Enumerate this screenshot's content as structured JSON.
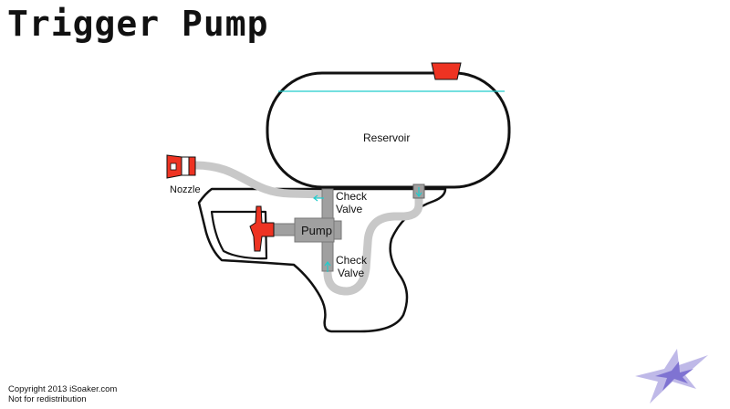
{
  "title": "Trigger Pump",
  "labels": {
    "reservoir": "Reservoir",
    "nozzle": "Nozzle",
    "pump": "Pump",
    "check_valve_top_line1": "Check",
    "check_valve_top_line2": "Valve",
    "check_valve_bottom_line1": "Check",
    "check_valve_bottom_line2": "Valve"
  },
  "footer": {
    "copyright": "Copyright 2013 iSoaker.com",
    "notice": "Not for redistribution"
  },
  "colors": {
    "outline": "#111111",
    "tubing": "#c8c8c8",
    "pump_body": "#a0a0a0",
    "accent_red": "#ee3322",
    "water_line": "#22cccc",
    "logo": "#8a7fd6"
  }
}
